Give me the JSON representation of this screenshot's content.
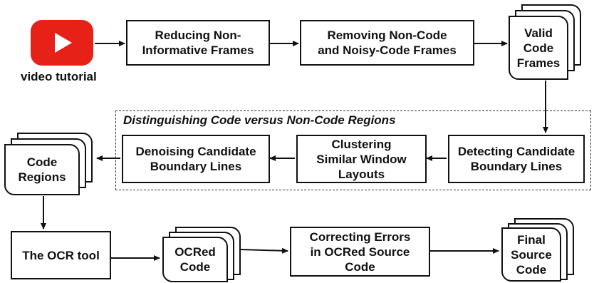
{
  "video": {
    "label": "video tutorial",
    "color": "#e62117",
    "icon": "youtube-play-icon"
  },
  "nodes": {
    "reduce": "Reducing Non-\nInformative Frames",
    "remove": "Removing Non-Code\nand Noisy-Code Frames",
    "valid": "Valid\nCode\nFrames",
    "detect": "Detecting Candidate\nBoundary Lines",
    "cluster": "Clustering\nSimilar Window\nLayouts",
    "denoise": "Denoising Candidate\nBoundary Lines",
    "regions": "Code\nRegions",
    "ocr_tool": "The OCR tool",
    "ocred": "OCRed\nCode",
    "correct": "Correcting Errors\nin OCRed Source\nCode",
    "final": "Final\nSource\nCode"
  },
  "group": {
    "title": "Distinguishing Code versus Non-Code Regions"
  }
}
